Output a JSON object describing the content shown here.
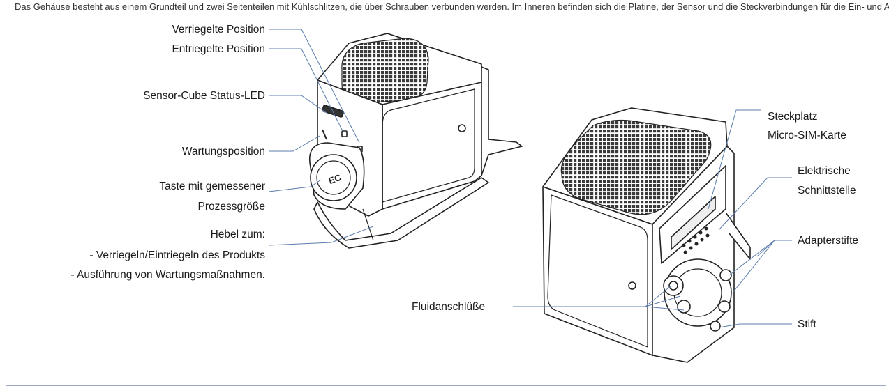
{
  "caption": "Das Gehäuse besteht aus einem Grundteil und zwei Seitenteilen mit Kühlschlitzen, die über Schrauben verbunden werden. Im Inneren befinden sich die Platine, der Sensor und die Steckverbindungen für die Ein- und Ausgänge.",
  "left_labels": {
    "locked": "Verriegelte Position",
    "unlocked": "Entriegelte Position",
    "status_led": "Sensor-Cube Status-LED",
    "maintenance": "Wartungsposition",
    "button_line1": "Taste mit gemessener",
    "button_line2": "Prozessgröße",
    "lever_line1": "Hebel zum:",
    "lever_line2": "- Verriegeln/Eintriegeln des Produkts",
    "lever_line3": "- Ausführung von Wartungsmaßnahmen."
  },
  "right_labels": {
    "sim_line1": "Steckplatz",
    "sim_line2": "Micro-SIM-Karte",
    "elec_line1": "Elektrische",
    "elec_line2": "Schnittstelle",
    "adapter_pins": "Adapterstifte",
    "pin": "Stift",
    "fluid_ports": "Fluidanschlüße"
  },
  "button_symbol": "EC",
  "colors": {
    "leader": "#5b7cae",
    "outline": "#222222",
    "grille": "#3a3a3a",
    "frame": "#9aa9c4"
  }
}
